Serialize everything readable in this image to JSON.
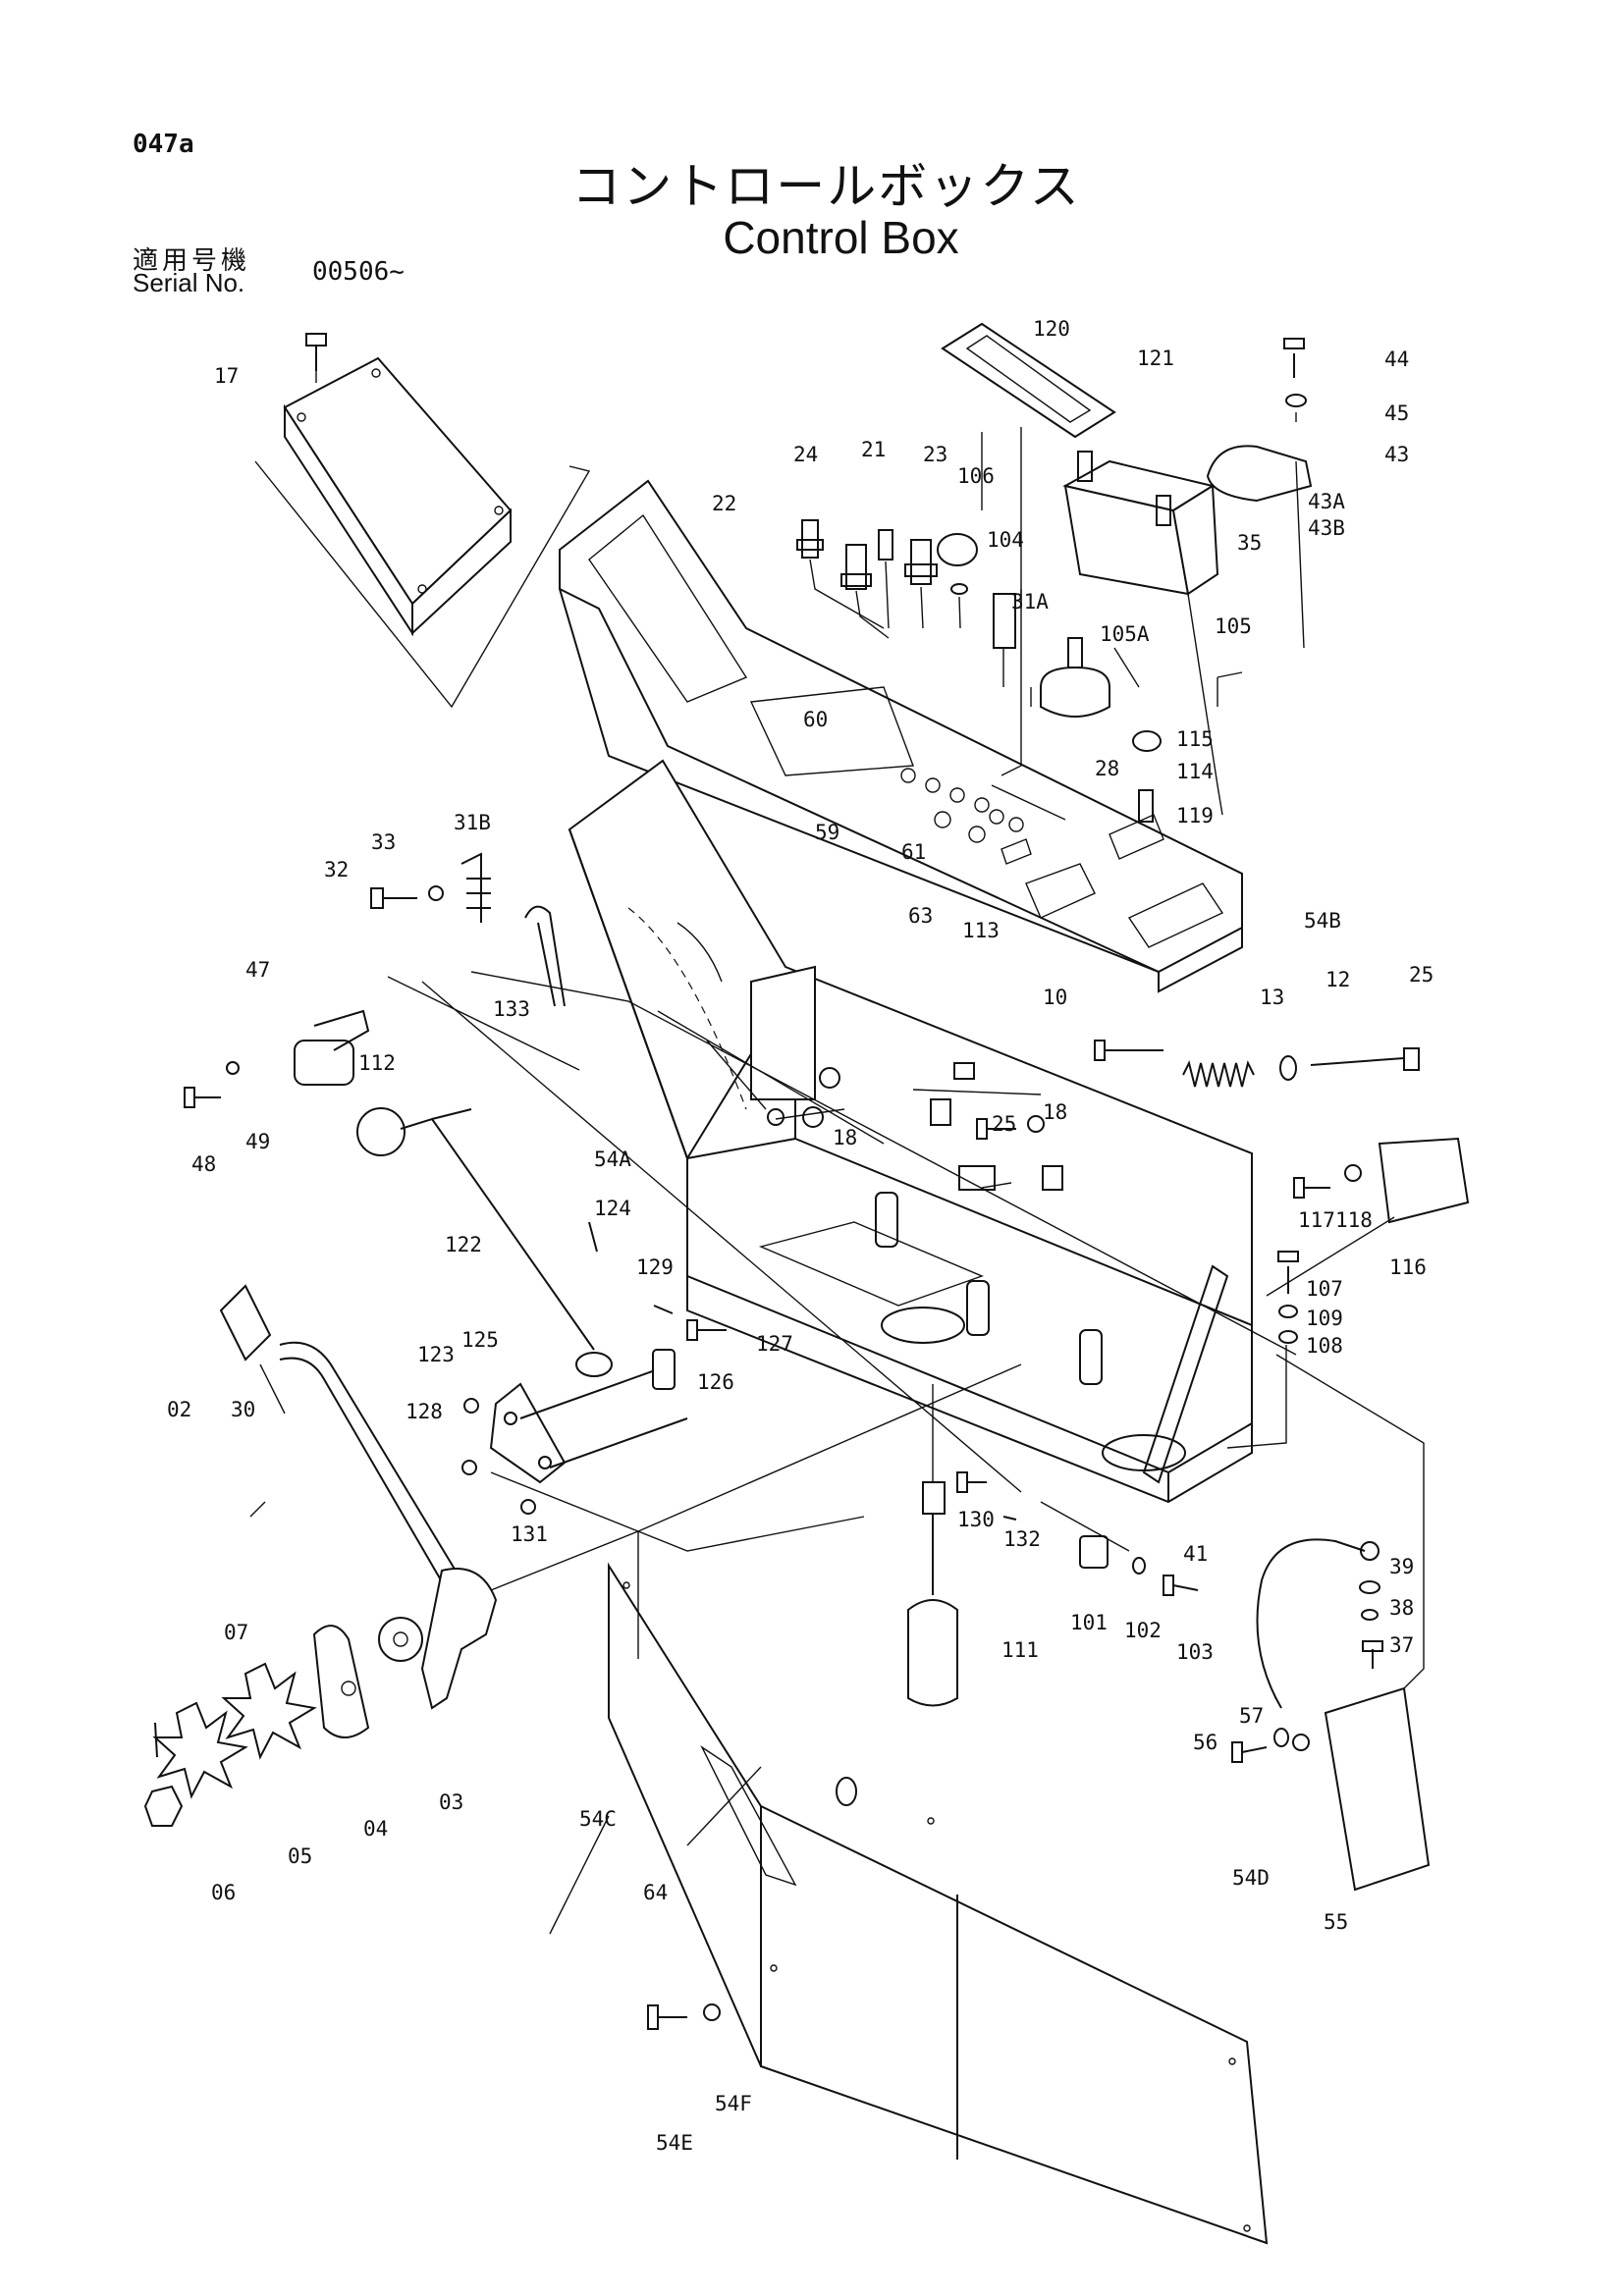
{
  "header": {
    "page_code": "047a",
    "title_jp": "コントロールボックス",
    "title_en": "Control Box",
    "serial_label_jp": "適用号機",
    "serial_label_en": "Serial No.",
    "serial_value": "00506~"
  },
  "part_labels": [
    "17",
    "120",
    "121",
    "44",
    "45",
    "43",
    "43A",
    "43B",
    "24",
    "21",
    "23",
    "106",
    "22",
    "104",
    "35",
    "31A",
    "105A",
    "105",
    "115",
    "60",
    "28",
    "114",
    "119",
    "59",
    "61",
    "63",
    "113",
    "54B",
    "31B",
    "33",
    "32",
    "133",
    "47",
    "10",
    "13",
    "12",
    "25",
    "112",
    "18",
    "48",
    "49",
    "54A",
    "124",
    "122",
    "129",
    "127",
    "123",
    "125",
    "126",
    "128",
    "117",
    "118",
    "116",
    "107",
    "109",
    "108",
    "02",
    "30",
    "131",
    "130",
    "132",
    "41",
    "39",
    "38",
    "37",
    "101",
    "102",
    "103",
    "07",
    "111",
    "57",
    "56",
    "05",
    "04",
    "03",
    "06",
    "54C",
    "64",
    "54D",
    "55",
    "54E",
    "54F"
  ]
}
